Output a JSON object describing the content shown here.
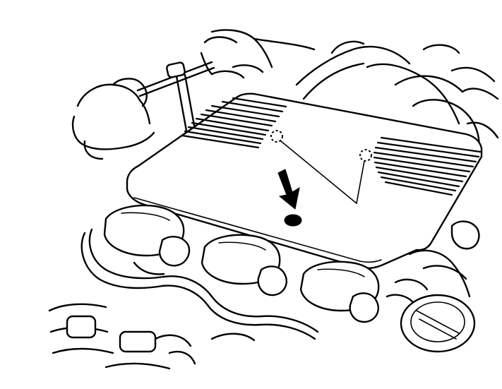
{
  "illustration": {
    "subject": "engine-cover-removal",
    "style": "monochrome line art",
    "colors": {
      "ink": "#000000",
      "background": "#ffffff"
    },
    "callouts": {
      "bolt_locations_marked": 3,
      "arrow_indicators": 1
    }
  }
}
